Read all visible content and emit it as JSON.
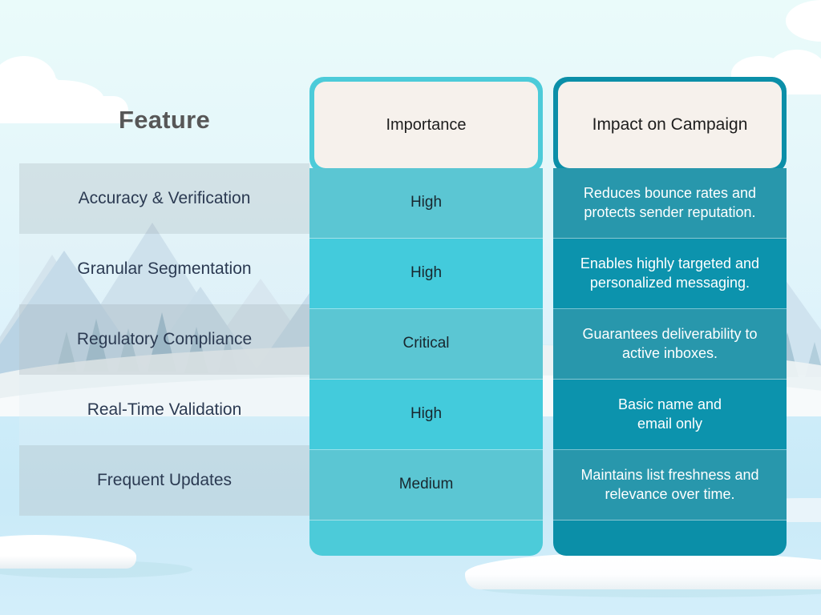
{
  "meta": {
    "title": "Feature Comparison Table",
    "background_scene": "winter-mountain-lake"
  },
  "palette": {
    "page_bg_top": "#eafaf9",
    "page_bg_bottom": "#cfeefb",
    "header_card_bg": "#f6f1ec",
    "importance_accent": "#4ccbd9",
    "impact_accent": "#0b8fa8",
    "importance_row_a": "#5bc6d3",
    "importance_row_b": "#43cbdc",
    "impact_row_a": "#2897ac",
    "impact_row_b": "#0c93ad",
    "feature_title_color": "#575757",
    "feature_text_color": "#2b3a52",
    "importance_text_color": "#18272e",
    "impact_text_color": "#ffffff"
  },
  "table": {
    "columns": [
      {
        "key": "feature",
        "label": "Feature"
      },
      {
        "key": "importance",
        "label": "Importance"
      },
      {
        "key": "impact",
        "label": "Impact on Campaign"
      }
    ],
    "rows": [
      {
        "feature": "Accuracy & Verification",
        "importance": "High",
        "impact_line1": "Reduces bounce rates and",
        "impact_line2": "protects sender reputation."
      },
      {
        "feature": "Granular Segmentation",
        "importance": "High",
        "impact_line1": "Enables highly targeted and",
        "impact_line2": "personalized messaging."
      },
      {
        "feature": "Regulatory Compliance",
        "importance": "Critical",
        "impact_line1": "Guarantees deliverability to",
        "impact_line2": "active inboxes."
      },
      {
        "feature": "Real-Time Validation",
        "importance": "High",
        "impact_line1": "Basic name and",
        "impact_line2": "email only"
      },
      {
        "feature": "Frequent Updates",
        "importance": "Medium",
        "impact_line1": "Maintains list freshness and",
        "impact_line2": "relevance over time."
      }
    ]
  }
}
